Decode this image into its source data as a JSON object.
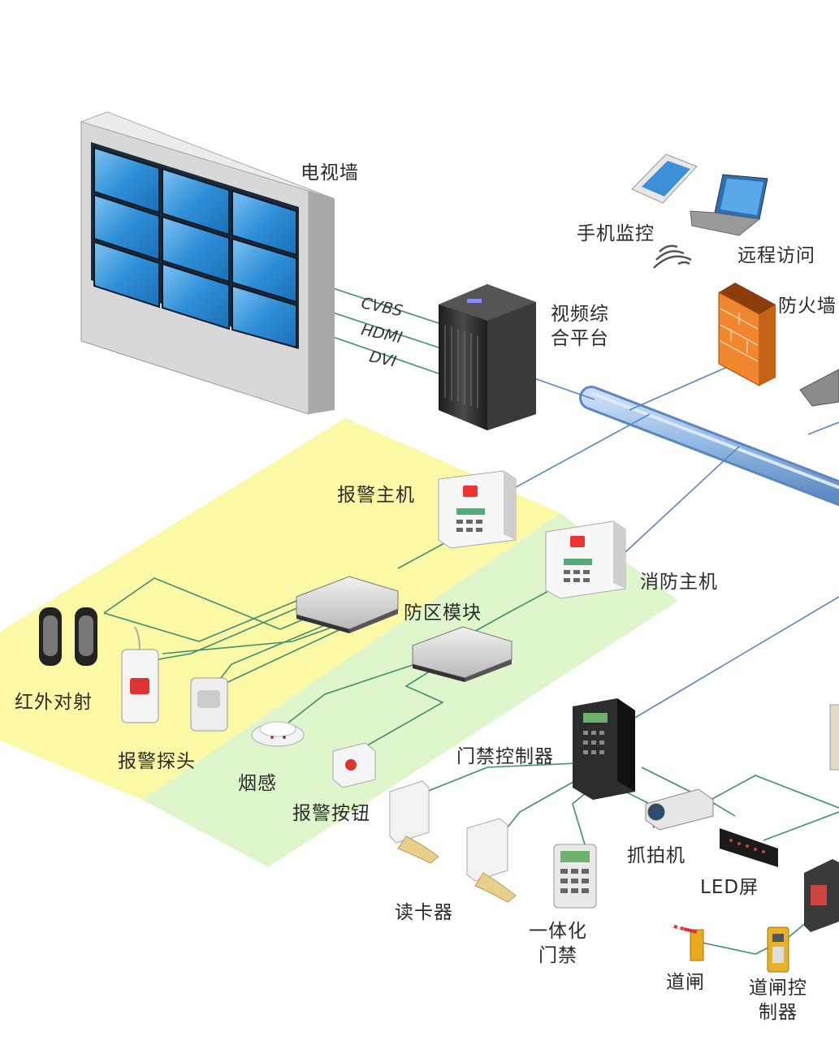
{
  "labels": {
    "tv_wall": "电视墙",
    "mobile_monitor": "手机监控",
    "remote_access": "远程访问",
    "firewall": "防火墙",
    "video_platform": "视频综合平台",
    "alarm_host": "报警主机",
    "fire_host": "消防主机",
    "zone_module": "防区模块",
    "infrared_beam": "红外对射",
    "alarm_detector": "报警探头",
    "smoke_sensor": "烟感",
    "alarm_button": "报警按钮",
    "access_controller": "门禁控制器",
    "card_reader": "读卡器",
    "integrated_access": "一体化门禁",
    "capture_camera": "抓拍机",
    "led_screen": "LED屏",
    "barrier_gate": "道闸",
    "gate_controller": "道闸控制器"
  },
  "signals": {
    "cvbs": "CVBS",
    "hdmi": "HDMI",
    "dvi": "DVI"
  },
  "colors": {
    "alarm_zone": "#fbf9a6",
    "fire_zone": "#dff6cd",
    "screen_blue": "#2f8fd8",
    "backbone": "#8fb6e3",
    "link_blue": "#5a84c4",
    "link_green": "#4f9a78",
    "firewall_orange": "#f0862e"
  }
}
